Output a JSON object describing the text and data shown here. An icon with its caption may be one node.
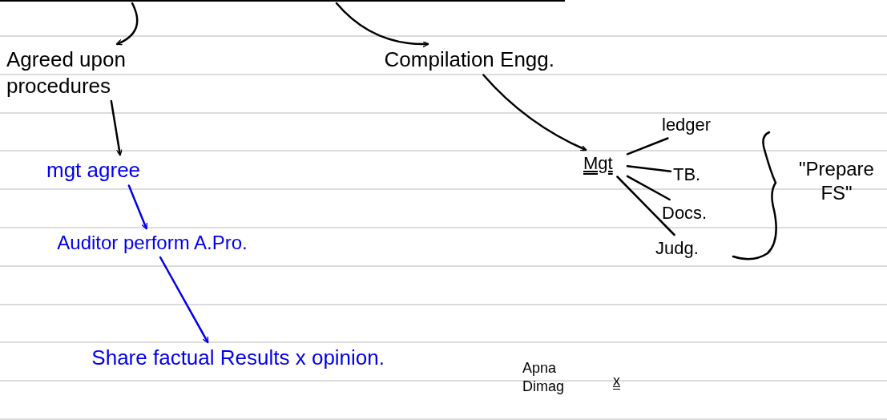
{
  "diagram": {
    "nodes": [
      {
        "text": [
          "Agreed upon procedures"
        ]
      },
      {
        "text": [
          "Compilation Engg."
        ]
      },
      {
        "text": [
          "mgt agree"
        ]
      },
      {
        "text": [
          "Auditor perform A.Pro."
        ]
      },
      {
        "text": [
          "Share factual Results x opinion."
        ]
      },
      {
        "text": [
          "Mgt"
        ]
      },
      {
        "text": [
          "ledger"
        ]
      },
      {
        "text": [
          "TB."
        ]
      },
      {
        "text": [
          "Docs."
        ]
      },
      {
        "text": [
          "Judg."
        ]
      },
      {
        "text": [
          "\"Prepare FS\""
        ]
      }
    ],
    "edges": [
      {
        "from": null,
        "to": 0,
        "arrow": "to"
      },
      {
        "from": null,
        "to": 1,
        "arrow": "to"
      },
      {
        "from": 0,
        "to": 2,
        "arrow": "to"
      },
      {
        "from": 2,
        "to": 3,
        "arrow": "to",
        "color": "#0000ee"
      },
      {
        "from": 3,
        "to": 4,
        "arrow": "to",
        "color": "#0000ee"
      },
      {
        "from": 1,
        "to": 5,
        "arrow": "to"
      },
      {
        "from": 5,
        "to": 6,
        "arrow": "none"
      },
      {
        "from": 5,
        "to": 7,
        "arrow": "none"
      },
      {
        "from": 5,
        "to": 8,
        "arrow": "none"
      },
      {
        "from": 5,
        "to": 9,
        "arrow": "none"
      }
    ],
    "labels": [
      "Apna Dimag",
      "x"
    ]
  }
}
